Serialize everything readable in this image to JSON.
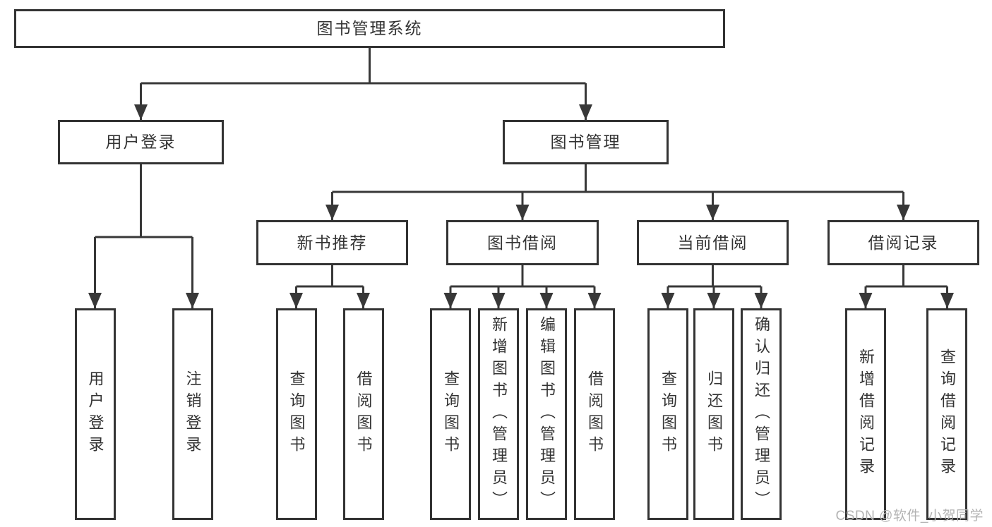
{
  "diagram": {
    "root": "图书管理系统",
    "level2": {
      "user_login": "用户登录",
      "book_management": "图书管理"
    },
    "level3": {
      "new_book_recommend": "新书推荐",
      "book_borrowing": "图书借阅",
      "current_borrowing": "当前借阅",
      "borrowing_records": "借阅记录"
    },
    "leaves": {
      "user_login": "用户登录",
      "logout": "注销登录",
      "recommend_query_books": "查询图书",
      "recommend_borrow_books": "借阅图书",
      "borrowing_query_books": "查询图书",
      "borrowing_add_books_admin": "新增图书（管理员）",
      "borrowing_edit_books_admin": "编辑图书（管理员）",
      "borrowing_borrow_books": "借阅图书",
      "current_query_books": "查询图书",
      "current_return_books": "归还图书",
      "current_confirm_return_admin": "确认归还（管理员）",
      "records_add_record": "新增借阅记录",
      "records_query_record": "查询借阅记录"
    }
  },
  "watermark": "CSDN @软件_小贺同学",
  "colors": {
    "line": "#383838",
    "border": "#333333",
    "text": "#333333",
    "watermark": "#b3b3b3",
    "background": "#ffffff"
  }
}
